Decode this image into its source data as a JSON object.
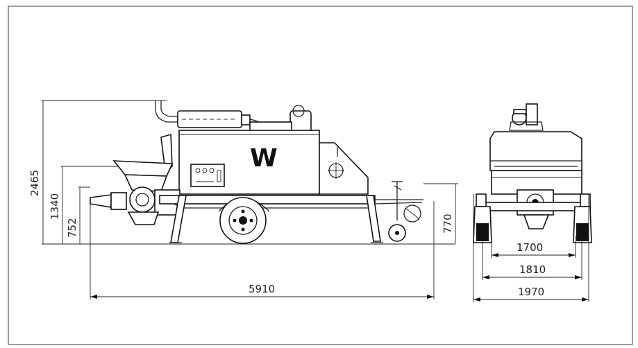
{
  "dimensions": {
    "overall_height": "2465",
    "hopper_height": "1340",
    "outlet_height": "752",
    "tow_height": "770",
    "overall_length": "5910",
    "track_width": "1700",
    "axle_width": "1810",
    "overall_width": "1970"
  },
  "logo": {
    "text": "W"
  }
}
